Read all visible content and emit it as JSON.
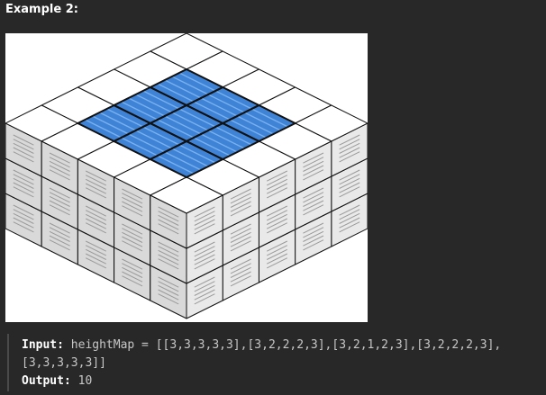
{
  "heading": "Example 2:",
  "figure": {
    "grid": [
      [
        3,
        3,
        3,
        3,
        3
      ],
      [
        3,
        2,
        2,
        2,
        3
      ],
      [
        3,
        2,
        1,
        2,
        3
      ],
      [
        3,
        2,
        2,
        2,
        3
      ],
      [
        3,
        3,
        3,
        3,
        3
      ]
    ],
    "colors": {
      "top": "#ffffff",
      "side_left": "#d9d9d9",
      "side_right": "#e9e9e9",
      "vent": "#9a9a9a",
      "water": "#3f83d6",
      "water_stripe": "#79b0ee",
      "edge": "#111111"
    }
  },
  "example": {
    "input_label": "Input:",
    "input_value_line1": " heightMap = [[3,3,3,3,3],[3,2,2,2,3],[3,2,1,2,3],[3,2,2,2,3],",
    "input_value_line2": "[3,3,3,3,3]]",
    "output_label": "Output:",
    "output_value": " 10"
  }
}
